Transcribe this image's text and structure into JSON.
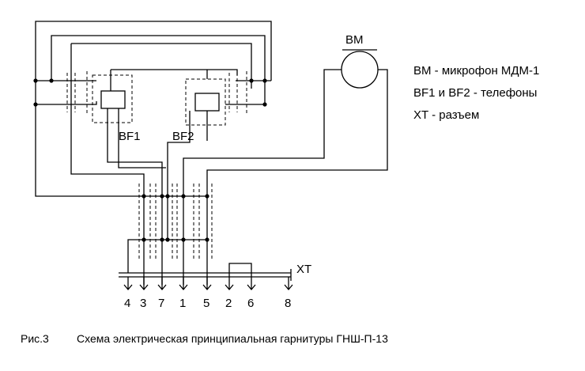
{
  "labels": {
    "bm": "BM",
    "bf1": "BF1",
    "bf2": "BF2",
    "xt": "XT"
  },
  "pins": [
    "4",
    "3",
    "7",
    "1",
    "5",
    "2",
    "6",
    "8"
  ],
  "legend": [
    "BM - микрофон МДМ-1",
    "BF1 и BF2 - телефоны",
    "XT - разъем"
  ],
  "caption": {
    "number": "Рис.3",
    "text": "Схема электрическая принципиальная гарнитуры ГНШ-П-13"
  }
}
